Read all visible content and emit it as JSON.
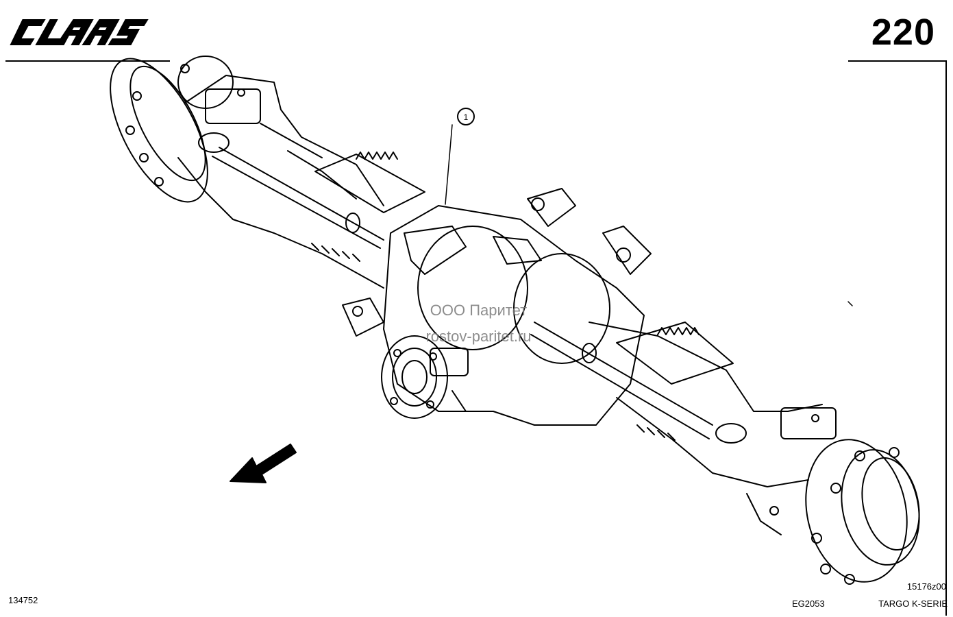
{
  "header": {
    "brand": "CLAAS",
    "page_number": "220"
  },
  "diagram": {
    "callouts": [
      {
        "label": "1"
      }
    ]
  },
  "watermark": {
    "line1": "ООО Паритет",
    "line2": "rostov-paritet.ru"
  },
  "footer": {
    "left_ref": "134752",
    "drawing_code": "EG2053",
    "sheet_ref": "15176z00",
    "series": "TARGO K-SERIE"
  },
  "icons": [
    "claas-logo",
    "direction-arrow-icon"
  ]
}
